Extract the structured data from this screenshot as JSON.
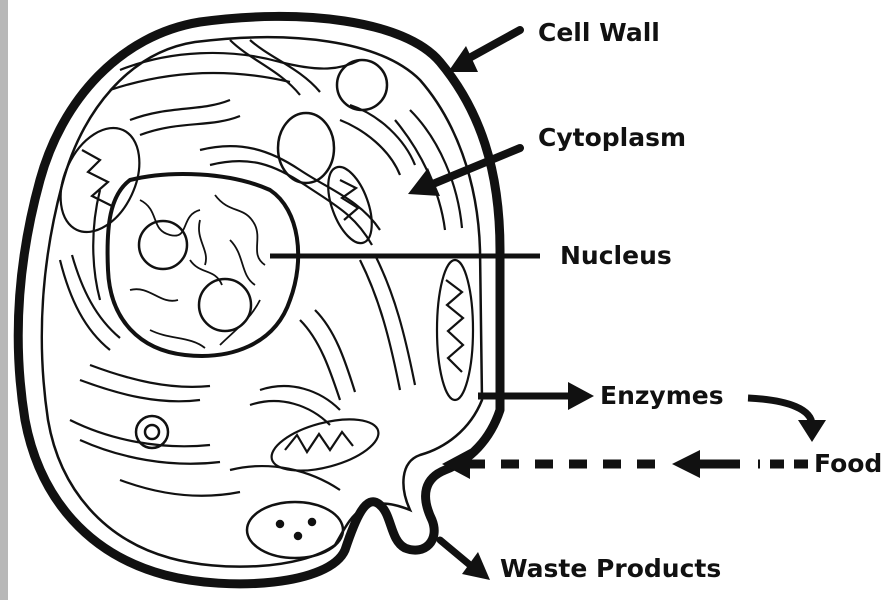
{
  "diagram": {
    "labels": {
      "cell_wall": "Cell Wall",
      "cytoplasm": "Cytoplasm",
      "nucleus": "Nucleus",
      "enzymes": "Enzymes",
      "food": "Food",
      "waste_products": "Waste Products"
    },
    "colors": {
      "ink": "#111111",
      "background": "#ffffff",
      "left_rule": "#b8b8b8"
    }
  }
}
